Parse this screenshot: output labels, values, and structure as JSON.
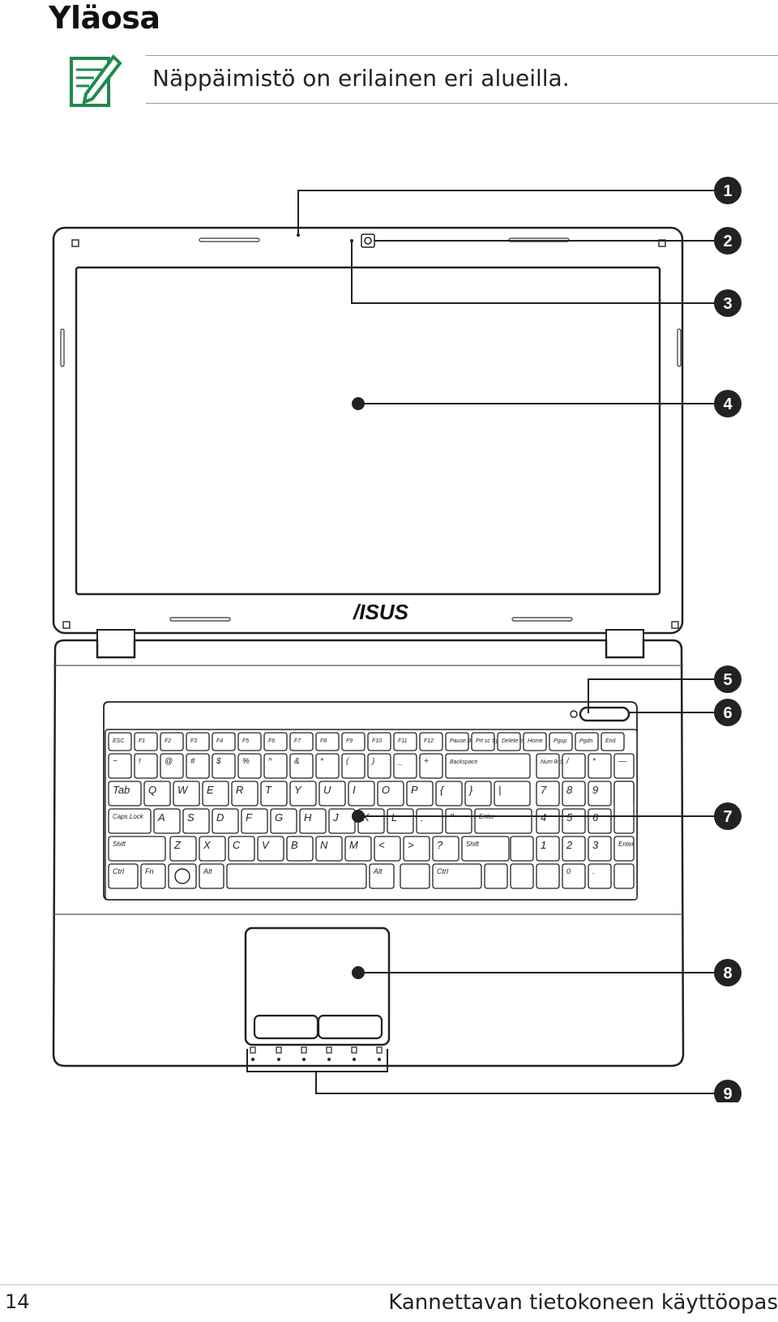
{
  "page": {
    "title": "Yläosa",
    "note_text": "Näppäimistö on erilainen eri alueilla.",
    "page_number": "14",
    "footer_title": "Kannettavan tietokoneen käyttöopas"
  },
  "figure": {
    "logo_text": "/ISUS",
    "callouts": [
      "1",
      "2",
      "3",
      "4",
      "5",
      "6",
      "7",
      "8",
      "9"
    ],
    "keys": {
      "row0": [
        "ESC",
        "F1",
        "F2",
        "F3",
        "F4",
        "F5",
        "F6",
        "F7",
        "F8",
        "F9",
        "F10",
        "F11",
        "F12",
        "Pause Break",
        "Prt sc Sysrq",
        "Delete Insert",
        "Home",
        "Pgup",
        "Pgdn",
        "End"
      ],
      "row1": [
        "~",
        "!",
        "@",
        "#",
        "$",
        "%",
        "^",
        "&",
        "*",
        "(",
        ")",
        "_",
        "+",
        "Backspace",
        "Num lk Scr lk",
        "/",
        "*",
        "—"
      ],
      "row2": [
        "Tab",
        "Q",
        "W",
        "E",
        "R",
        "T",
        "Y",
        "U",
        "I",
        "O",
        "P",
        "{",
        "}",
        "|",
        "7",
        "8",
        "9",
        "+"
      ],
      "row3": [
        "Caps Lock",
        "A",
        "S",
        "D",
        "F",
        "G",
        "H",
        "J",
        "K",
        "L",
        ":",
        "\"",
        "Enter",
        "4",
        "5",
        "6"
      ],
      "row4": [
        "Shift",
        "Z",
        "X",
        "C",
        "V",
        "B",
        "N",
        "M",
        "<",
        ">",
        "?",
        "Shift",
        "1",
        "2",
        "3",
        "Enter"
      ],
      "row5": [
        "Ctrl",
        "Fn",
        "Alt",
        "Alt",
        "Ctrl",
        "0",
        "."
      ]
    }
  }
}
